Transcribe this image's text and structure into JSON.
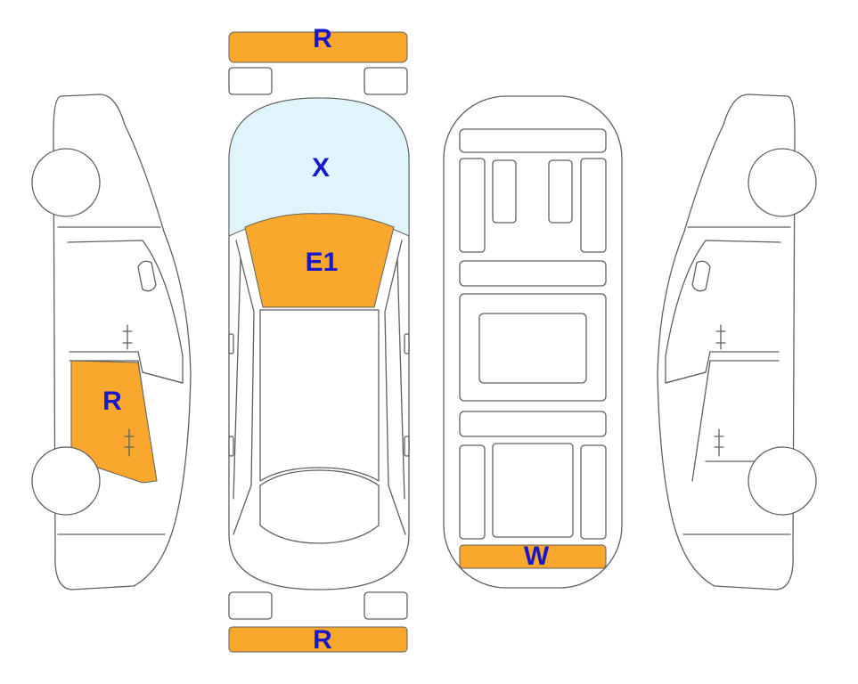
{
  "colors": {
    "damage": "#faa82d",
    "glass": "#e0f5fb",
    "outline": "#606060",
    "label": "#1818c8"
  },
  "marks": {
    "front_bumper": "R",
    "windshield": "X",
    "hood": "E1",
    "left_rear_door": "R",
    "interior_rear": "W",
    "rear_bumper": "R"
  }
}
